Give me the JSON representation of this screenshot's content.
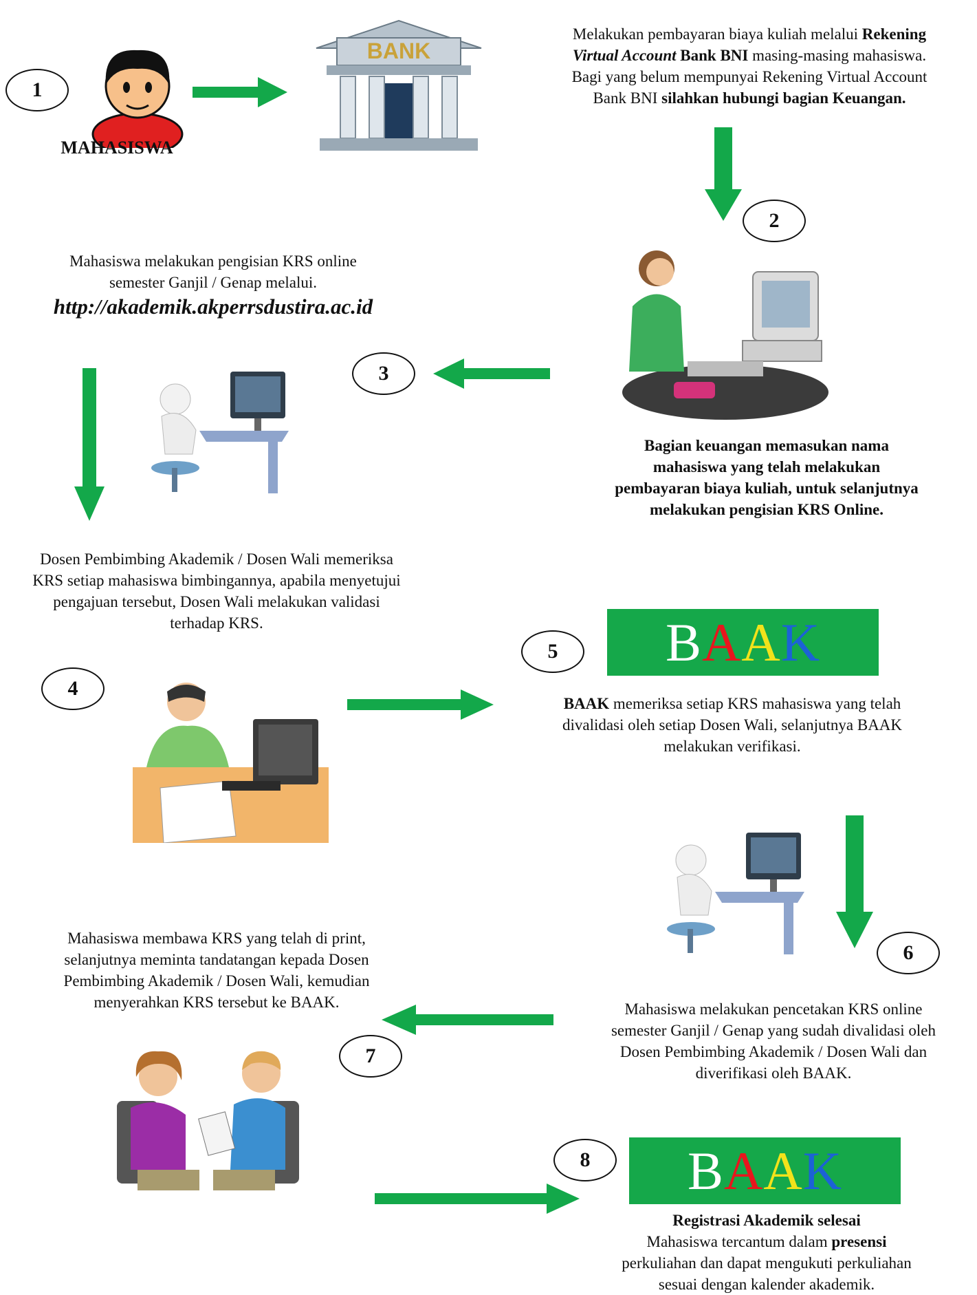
{
  "colors": {
    "arrow": "#13a84a",
    "baak_box": "#15a84a",
    "baak_letters": [
      "#ffffff",
      "#e8161d",
      "#f2e21b",
      "#1c62d6"
    ]
  },
  "steps": [
    "1",
    "2",
    "3",
    "4",
    "5",
    "6",
    "7",
    "8"
  ],
  "mahasiswa_label": "MAHASISWA",
  "bank_label": "BANK",
  "step1_text": {
    "a": "Melakukan pembayaran biaya kuliah melalui ",
    "b": "Rekening",
    "c": "Virtual Account",
    "d": " Bank BNI",
    "e": " masing-masing mahasiswa.",
    "f": "Bagi yang belum mempunyai Rekening Virtual Account",
    "g": "Bank BNI ",
    "h": "silahkan hubungi bagian Keuangan."
  },
  "step2_text": [
    "Bagian keuangan memasukan nama",
    "mahasiswa yang telah melakukan",
    "pembayaran biaya kuliah, untuk selanjutnya",
    "melakukan pengisian KRS Online."
  ],
  "step3_text": [
    "Mahasiswa melakukan pengisian KRS online",
    "semester Ganjil / Genap melalui."
  ],
  "step3_url": "http://akademik.akperrsdustira.ac.id",
  "step4_text": [
    "Dosen Pembimbing Akademik / Dosen Wali memeriksa",
    "KRS setiap mahasiswa bimbingannya, apabila menyetujui",
    "pengajuan tersebut, Dosen Wali melakukan validasi",
    "terhadap KRS."
  ],
  "baak_letters": [
    "B",
    "A",
    "A",
    "K"
  ],
  "step5_text": {
    "bold": "BAAK",
    "rest": " memeriksa setiap KRS mahasiswa yang telah",
    "line2": "divalidasi oleh setiap Dosen Wali, selanjutnya BAAK",
    "line3": "melakukan verifikasi."
  },
  "step6_text": [
    "Mahasiswa melakukan pencetakan KRS online",
    "semester Ganjil / Genap yang sudah divalidasi oleh",
    "Dosen Pembimbing Akademik / Dosen Wali dan",
    "diverifikasi oleh BAAK."
  ],
  "step7_text": [
    "Mahasiswa membawa KRS yang telah di print,",
    "selanjutnya meminta tandatangan kepada Dosen",
    "Pembimbing Akademik / Dosen Wali, kemudian",
    "menyerahkan KRS tersebut ke BAAK."
  ],
  "step8_text": {
    "title": "Registrasi Akademik selesai",
    "l2a": "Mahasiswa tercantum dalam ",
    "l2b": "presensi",
    "l3": "perkuliahan dan dapat mengukuti perkuliahan",
    "l4": "sesuai dengan kalender akademik."
  }
}
